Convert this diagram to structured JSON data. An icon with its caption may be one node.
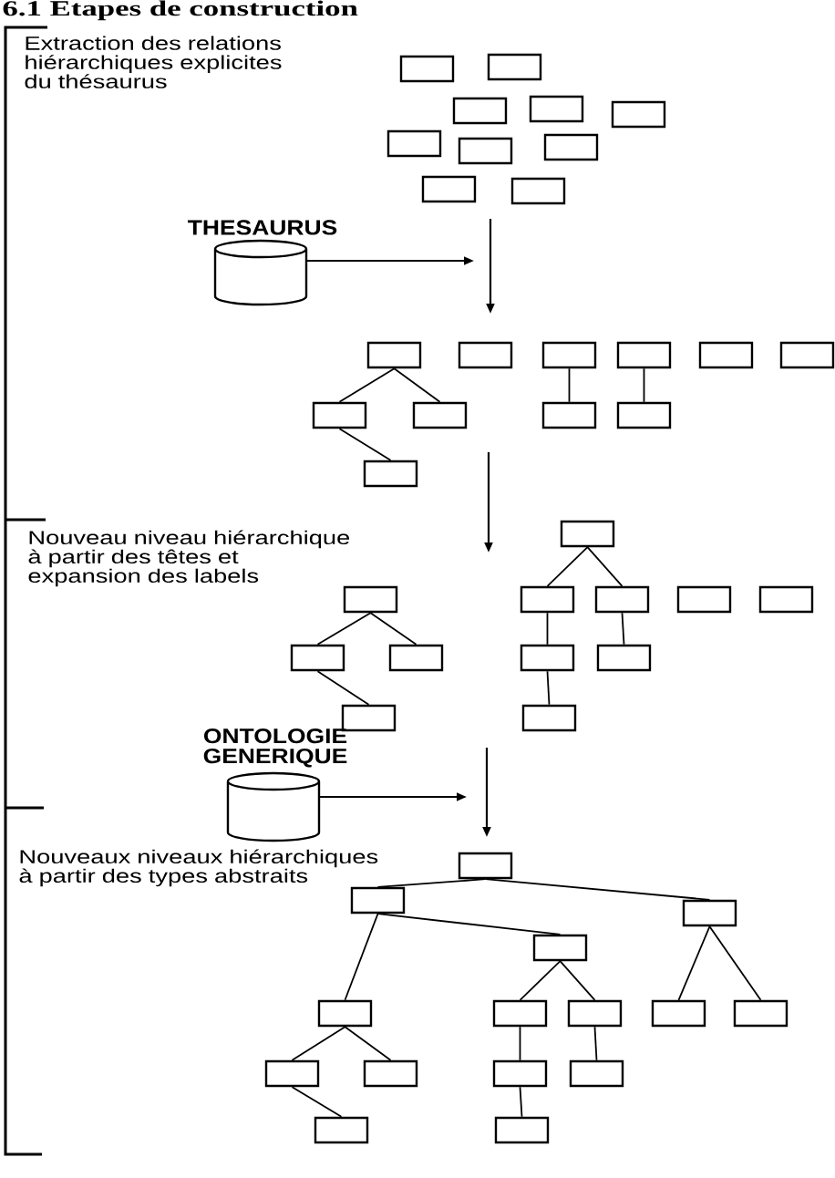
{
  "diagram": {
    "title": "6.1 Etapes de construction",
    "nodes": [
      {
        "text": [],
        "shape": "box"
      },
      {
        "text": [],
        "shape": "box"
      },
      {
        "text": [],
        "shape": "box"
      },
      {
        "text": [],
        "shape": "box"
      },
      {
        "text": [],
        "shape": "box"
      },
      {
        "text": [],
        "shape": "box"
      },
      {
        "text": [],
        "shape": "box"
      },
      {
        "text": [],
        "shape": "box"
      },
      {
        "text": [],
        "shape": "box"
      },
      {
        "text": [],
        "shape": "box"
      },
      {
        "text": [
          "THESAURUS"
        ]
      },
      {
        "text": [],
        "shape": "box"
      },
      {
        "text": [],
        "shape": "box"
      },
      {
        "text": [],
        "shape": "box"
      },
      {
        "text": [],
        "shape": "box"
      },
      {
        "text": [],
        "shape": "box"
      },
      {
        "text": [],
        "shape": "box"
      },
      {
        "text": [],
        "shape": "box"
      },
      {
        "text": [],
        "shape": "box"
      },
      {
        "text": [],
        "shape": "box"
      },
      {
        "text": [],
        "shape": "box"
      },
      {
        "text": [],
        "shape": "box"
      },
      {
        "text": [],
        "shape": "box"
      },
      {
        "text": [],
        "shape": "box"
      },
      {
        "text": [],
        "shape": "box"
      },
      {
        "text": [],
        "shape": "box"
      },
      {
        "text": [],
        "shape": "box"
      },
      {
        "text": [],
        "shape": "box"
      },
      {
        "text": [],
        "shape": "box"
      },
      {
        "text": [],
        "shape": "box"
      },
      {
        "text": [],
        "shape": "box"
      },
      {
        "text": [],
        "shape": "box"
      },
      {
        "text": [],
        "shape": "box"
      },
      {
        "text": [],
        "shape": "box"
      },
      {
        "text": [
          "ONTOLOGIE GENERIQUE"
        ]
      },
      {
        "text": [],
        "shape": "box"
      },
      {
        "text": [],
        "shape": "box"
      },
      {
        "text": [],
        "shape": "box"
      },
      {
        "text": [],
        "shape": "box"
      },
      {
        "text": [],
        "shape": "box"
      },
      {
        "text": [],
        "shape": "box"
      },
      {
        "text": [],
        "shape": "box"
      },
      {
        "text": [],
        "shape": "box"
      },
      {
        "text": [],
        "shape": "box"
      },
      {
        "text": [],
        "shape": "box"
      },
      {
        "text": [],
        "shape": "box"
      },
      {
        "text": [],
        "shape": "box"
      },
      {
        "text": [],
        "shape": "box"
      },
      {
        "text": [],
        "shape": "box"
      },
      {
        "text": [],
        "shape": "box"
      }
    ],
    "edges": [
      {
        "from": 10,
        "to": null,
        "arrow": "to"
      },
      {
        "from": 11,
        "to": 17,
        "arrow": "none"
      },
      {
        "from": 11,
        "to": 18,
        "arrow": "none"
      },
      {
        "from": 17,
        "to": 21,
        "arrow": "none"
      },
      {
        "from": 13,
        "to": 19,
        "arrow": "none"
      },
      {
        "from": 14,
        "to": 20,
        "arrow": "none"
      },
      {
        "from": 22,
        "to": 24,
        "arrow": "none"
      },
      {
        "from": 22,
        "to": 25,
        "arrow": "none"
      },
      {
        "from": 23,
        "to": 28,
        "arrow": "none"
      },
      {
        "from": 23,
        "to": 29,
        "arrow": "none"
      },
      {
        "from": 28,
        "to": 32,
        "arrow": "none"
      },
      {
        "from": 24,
        "to": 30,
        "arrow": "none"
      },
      {
        "from": 30,
        "to": 33,
        "arrow": "none"
      },
      {
        "from": 25,
        "to": 31,
        "arrow": "none"
      },
      {
        "from": 34,
        "to": null,
        "arrow": "to"
      },
      {
        "from": 35,
        "to": 36,
        "arrow": "none"
      },
      {
        "from": 35,
        "to": 37,
        "arrow": "none"
      },
      {
        "from": 36,
        "to": 39,
        "arrow": "none"
      },
      {
        "from": 36,
        "to": 38,
        "arrow": "none"
      },
      {
        "from": 38,
        "to": 40,
        "arrow": "none"
      },
      {
        "from": 38,
        "to": 41,
        "arrow": "none"
      },
      {
        "from": 37,
        "to": 42,
        "arrow": "none"
      },
      {
        "from": 37,
        "to": 43,
        "arrow": "none"
      },
      {
        "from": 39,
        "to": 44,
        "arrow": "none"
      },
      {
        "from": 39,
        "to": 45,
        "arrow": "none"
      },
      {
        "from": 44,
        "to": 48,
        "arrow": "none"
      },
      {
        "from": 40,
        "to": 46,
        "arrow": "none"
      },
      {
        "from": 46,
        "to": 49,
        "arrow": "none"
      },
      {
        "from": 41,
        "to": 47,
        "arrow": "none"
      }
    ],
    "labels": [
      "Extraction des relations hiérarchiques explicites du thésaurus",
      "Nouveau niveau hiérarchique à partir des têtes et expansion des labels",
      "Nouveaux niveaux hiérarchiques à partir des types abstraits"
    ]
  }
}
